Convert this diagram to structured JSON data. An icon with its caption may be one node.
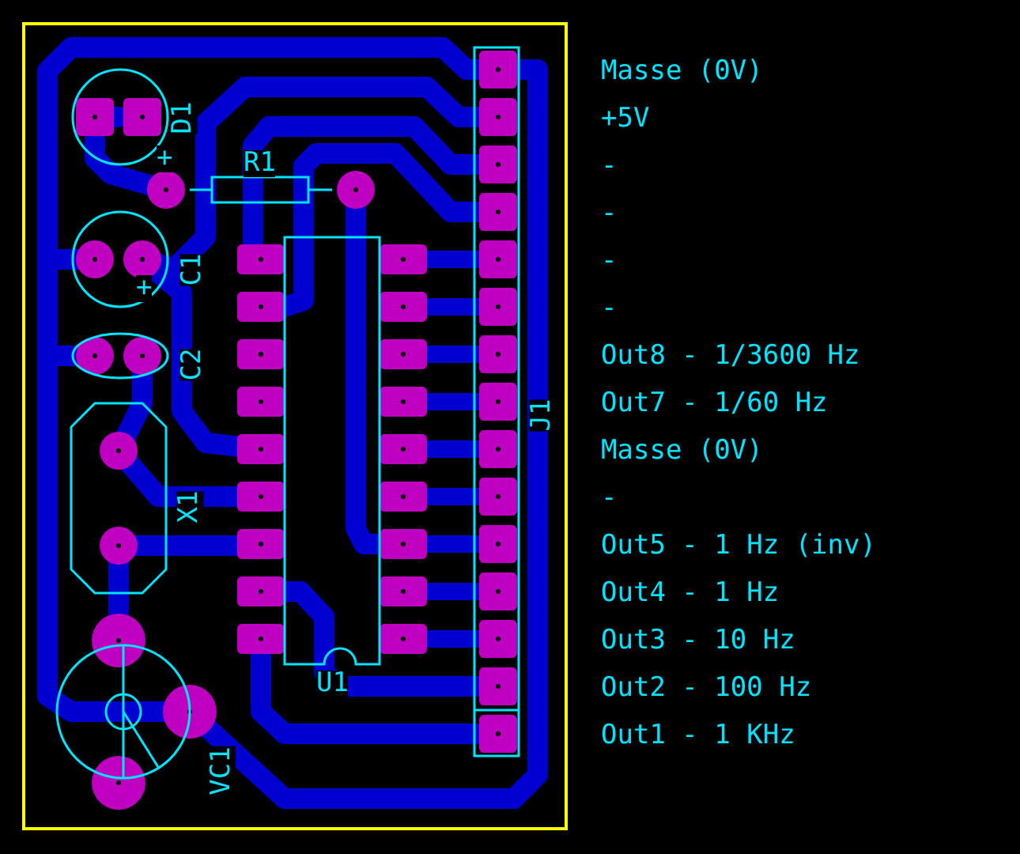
{
  "diagram": {
    "labels": [
      "D1",
      "+",
      "R1",
      "C1",
      "+",
      "C2",
      "J1",
      "X1",
      "U1",
      "VC1",
      "Masse (0V)",
      "+5V",
      "-",
      "-",
      "-",
      "-",
      "Out8 - 1/3600 Hz",
      "Out7 - 1/60 Hz",
      "Masse (0V)",
      "-",
      "Out5 - 1 Hz (inv)",
      "Out4 - 1 Hz",
      "Out3 - 10 Hz",
      "Out2 - 100 Hz",
      "Out1 - 1 KHz"
    ]
  }
}
